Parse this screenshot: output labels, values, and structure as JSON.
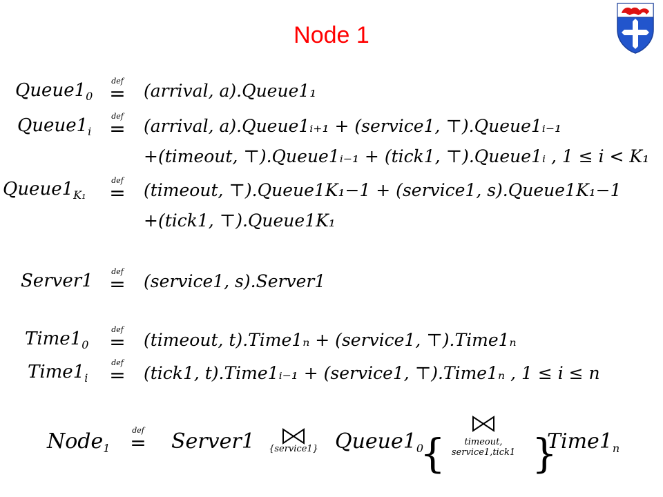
{
  "title": "Node 1",
  "def_label": "def",
  "equals": "=",
  "lines": {
    "q0_lhs": "Queue1",
    "q0_sub": "0",
    "q0_rhs": "(arrival, a).Queue1₁",
    "qi_lhs": "Queue1",
    "qi_sub": "i",
    "qi_rhs": "(arrival, a).Queue1ᵢ₊₁ + (service1, ⊤).Queue1ᵢ₋₁",
    "qi_rhs2": "+(timeout, ⊤).Queue1ᵢ₋₁ + (tick1, ⊤).Queue1ᵢ , 1 ≤ i < K₁",
    "qk_lhs": "Queue1",
    "qk_sub": "K₁",
    "qk_rhs": "(timeout, ⊤).Queue1K₁−1 + (service1, s).Queue1K₁−1",
    "qk_rhs2": "+(tick1, ⊤).Queue1K₁",
    "s_lhs": "Server1",
    "s_rhs": "(service1, s).Server1",
    "t0_lhs": "Time1",
    "t0_sub": "0",
    "t0_rhs": "(timeout, t).Time1ₙ + (service1, ⊤).Time1ₙ",
    "ti_lhs": "Time1",
    "ti_sub": "i",
    "ti_rhs": "(tick1, t).Time1ᵢ₋₁ + (service1, ⊤).Time1ₙ , 1 ≤ i ≤ n"
  },
  "node": {
    "lhs": "Node",
    "lhs_sub": "1",
    "server": "Server1",
    "coop1_set": "{service1}",
    "queue": "Queue1",
    "queue_sub": "0",
    "coop2_set_line1": "timeout,",
    "coop2_set_line2": "service1,tick1",
    "brace_left": "{",
    "brace_right": "}",
    "time": "Time1",
    "time_sub": "n"
  },
  "crest": {
    "shield_color": "#2255cc",
    "top_band_color": "#ffffff",
    "lion_color": "#dd1111",
    "cross_color": "#ffffff"
  }
}
